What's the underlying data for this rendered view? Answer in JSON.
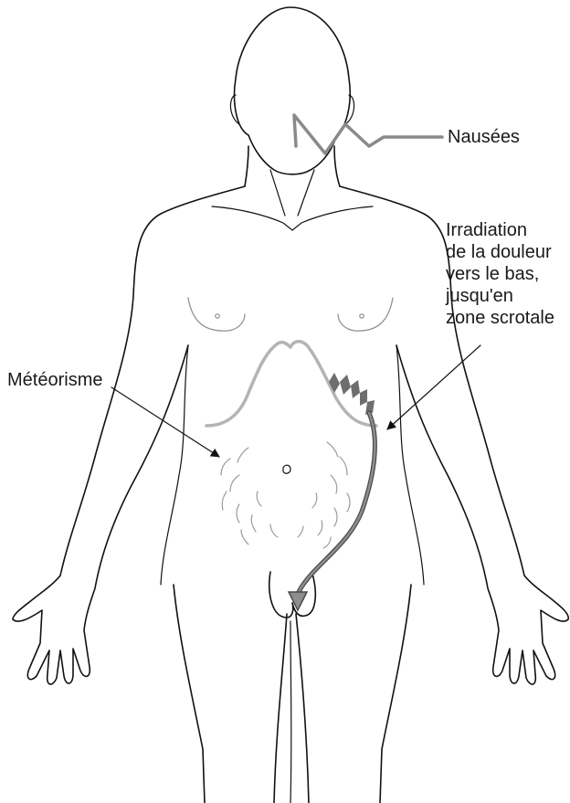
{
  "labels": {
    "nausea": "Nausées",
    "radiation": [
      "Irradiation",
      "de la douleur",
      "vers le bas,",
      "jusqu'en",
      "zone scrotale"
    ],
    "bloating": "Météorisme"
  },
  "colors": {
    "outline": "#111111",
    "pain_area": "#b4b4b4",
    "nausea_zigzag": "#8a8a8a",
    "radiation_arrow": "#6e6e6e",
    "bloating_marks": "#9a9a9a"
  }
}
